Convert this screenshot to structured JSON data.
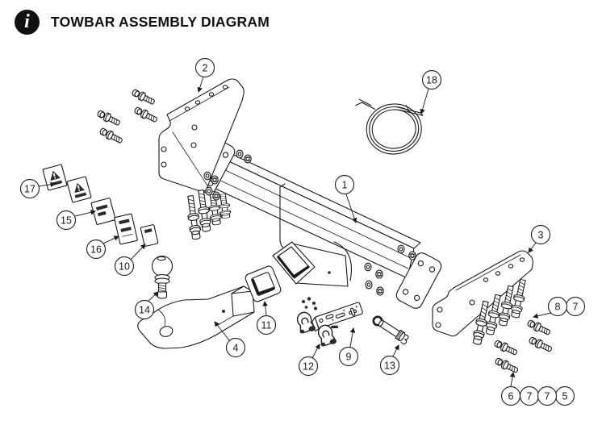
{
  "header": {
    "title": "TOWBAR ASSEMBLY DIAGRAM",
    "info_glyph": "i"
  },
  "diagram": {
    "type": "exploded-parts-diagram",
    "callouts": [
      {
        "number": "1"
      },
      {
        "number": "2"
      },
      {
        "number": "3"
      },
      {
        "number": "4"
      },
      {
        "number": "5"
      },
      {
        "number": "6"
      },
      {
        "number": "7"
      },
      {
        "number": "8"
      },
      {
        "number": "9"
      },
      {
        "number": "10"
      },
      {
        "number": "11"
      },
      {
        "number": "12"
      },
      {
        "number": "13"
      },
      {
        "number": "14"
      },
      {
        "number": "15"
      },
      {
        "number": "16"
      },
      {
        "number": "17"
      },
      {
        "number": "18"
      }
    ]
  },
  "colors": {
    "line": "#1a1a1a",
    "background": "#ffffff",
    "badge": "#111111"
  }
}
